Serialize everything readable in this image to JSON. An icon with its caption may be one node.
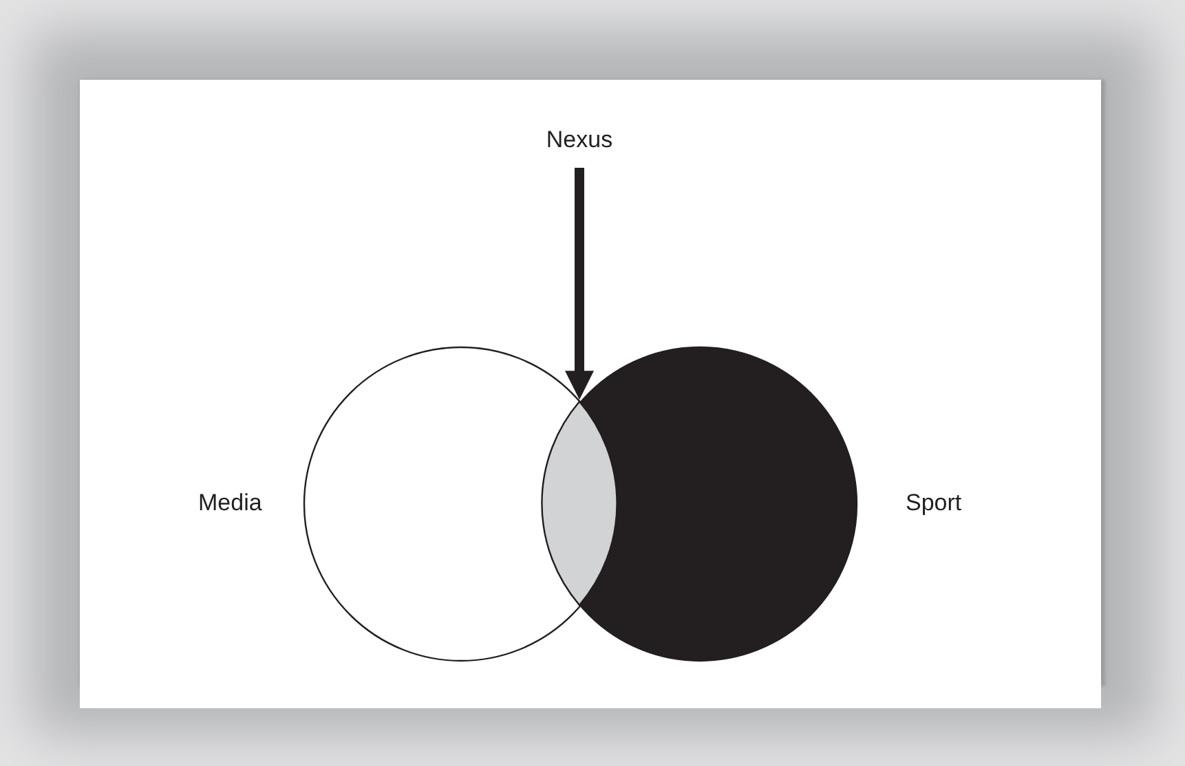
{
  "diagram": {
    "nodes": [
      {
        "text": [
          "Media"
        ]
      },
      {
        "text": [
          "Sport"
        ]
      },
      {
        "text": [
          "Nexus"
        ]
      },
      {
        "text": [],
        "shape": "lens"
      }
    ],
    "edges": [
      {
        "from": 2,
        "to": 3,
        "arrow": "to"
      }
    ]
  }
}
